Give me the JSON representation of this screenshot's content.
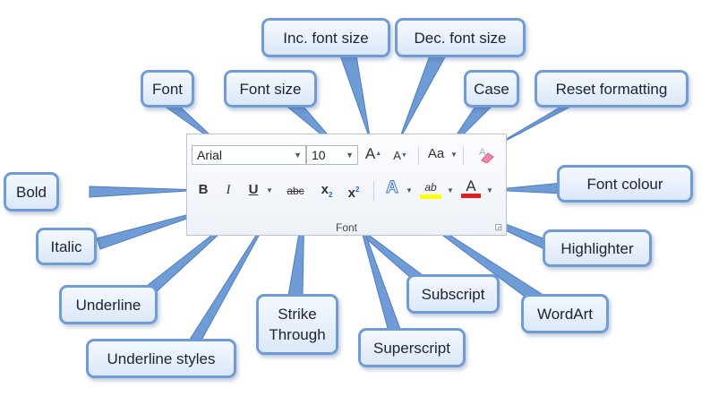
{
  "ribbon": {
    "font_name": "Arial",
    "font_size": "10",
    "group_label": "Font",
    "buttons": {
      "grow": "A",
      "shrink": "A",
      "case": "Aa",
      "bold": "B",
      "italic": "I",
      "underline": "U",
      "strike": "abc",
      "subscript": "x",
      "superscript": "x",
      "wordart": "A",
      "highlight": "ab",
      "font_colour": "A"
    }
  },
  "callouts": {
    "font": "Font",
    "font_size": "Font size",
    "inc_font_size": "Inc. font size",
    "dec_font_size": "Dec. font size",
    "case": "Case",
    "reset_formatting": "Reset formatting",
    "bold": "Bold",
    "font_colour": "Font colour",
    "italic": "Italic",
    "highlighter": "Highlighter",
    "underline": "Underline",
    "strike_through": "Strike Through",
    "subscript": "Subscript",
    "wordart": "WordArt",
    "superscript": "Superscript",
    "underline_styles": "Underline styles"
  },
  "colors": {
    "callout_border": "#6f9bd6",
    "highlight_yellow": "#ffff00",
    "font_colour_red": "#e02020"
  }
}
